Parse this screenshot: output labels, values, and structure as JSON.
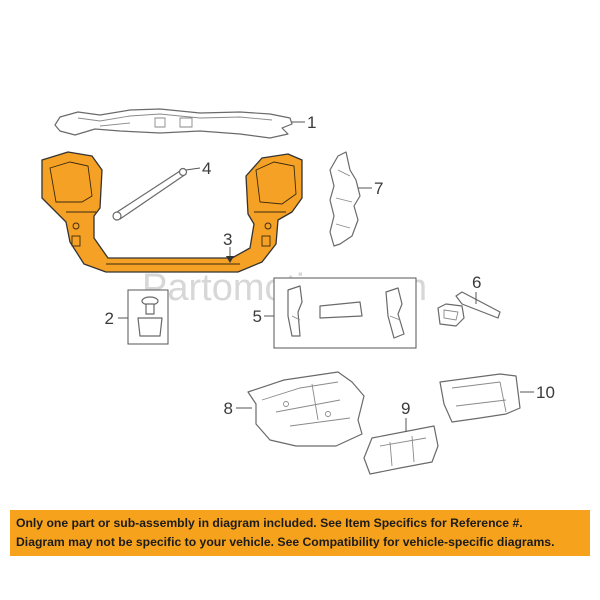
{
  "callouts": {
    "c1": "1",
    "c2": "2",
    "c3": "3",
    "c4": "4",
    "c5": "5",
    "c6": "6",
    "c7": "7",
    "c8": "8",
    "c9": "9",
    "c10": "10"
  },
  "watermark": "Partomotive.com",
  "banner": {
    "line1": "Only one part or sub-assembly in diagram included. See Item Specifics for Reference #.",
    "line2": "Diagram may not be specific to your vehicle. See Compatibility for vehicle-specific diagrams."
  },
  "colors": {
    "highlight": "#f5a125",
    "banner": "#f7a21c"
  }
}
